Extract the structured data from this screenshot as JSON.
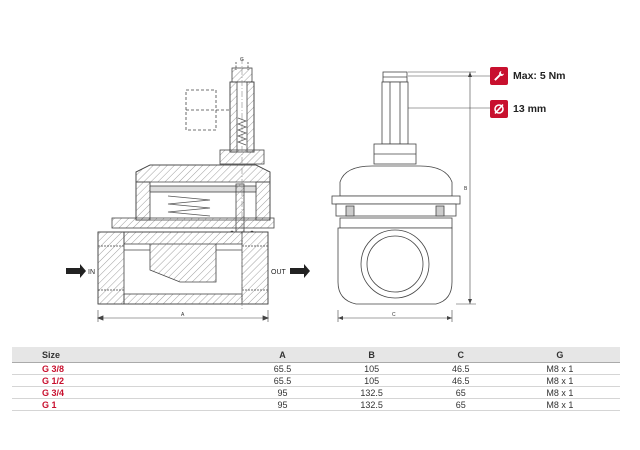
{
  "drawing": {
    "label_in": "IN",
    "label_out": "OUT",
    "dim_a": "A",
    "dim_b": "B",
    "dim_c": "C",
    "dim_g": "G"
  },
  "specs": {
    "torque": "Max: 5 Nm",
    "diameter": "13 mm",
    "accent_color": "#c8102e"
  },
  "table": {
    "headers": [
      "Size",
      "A",
      "B",
      "C",
      "G"
    ],
    "rows": [
      [
        "G 3/8",
        "65.5",
        "105",
        "46.5",
        "M8 x 1"
      ],
      [
        "G 1/2",
        "65.5",
        "105",
        "46.5",
        "M8 x 1"
      ],
      [
        "G 3/4",
        "95",
        "132.5",
        "65",
        "M8 x 1"
      ],
      [
        "G 1",
        "95",
        "132.5",
        "65",
        "M8 x 1"
      ]
    ]
  }
}
